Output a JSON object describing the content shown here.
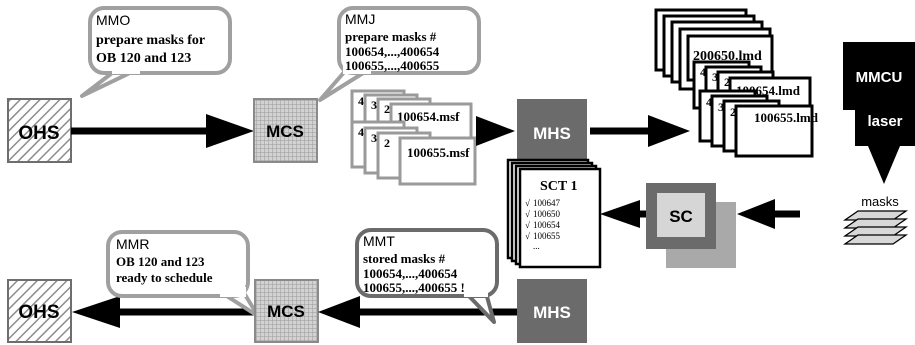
{
  "boxes": {
    "ohs_top": "OHS",
    "mcs_top": "MCS",
    "mhs_top": "MHS",
    "ohs_bottom": "OHS",
    "mcs_bottom": "MCS",
    "mhs_bottom": "MHS",
    "sc": "SC",
    "mmcu": "MMCU",
    "laser": "laser"
  },
  "bubbles": {
    "mmo": {
      "title": "MMO",
      "line1": "prepare masks for",
      "line2": "OB 120 and 123"
    },
    "mmj": {
      "title": "MMJ",
      "line1": "prepare masks #",
      "line2": "100654,...,400654",
      "line3": "100655,...,400655"
    },
    "mmr": {
      "title": "MMR",
      "line1": "OB 120 and 123",
      "line2": "ready to schedule"
    },
    "mmt": {
      "title": "MMT",
      "line1": "stored masks #",
      "line2": "100654,...,400654",
      "line3": "100655,...,400655 !"
    }
  },
  "msf_files": {
    "stack1": {
      "numbers": [
        "4",
        "3",
        "2"
      ],
      "name": "100654.msf"
    },
    "stack2": {
      "numbers": [
        "4",
        "3",
        "2"
      ],
      "name": "100655.msf"
    }
  },
  "lmd_files": {
    "back": "200650.lmd",
    "stack1": {
      "numbers": [
        "4",
        "3",
        "2"
      ],
      "name": "100654.lmd"
    },
    "stack2": {
      "numbers": [
        "4",
        "3",
        "2"
      ],
      "name": "100655.lmd"
    }
  },
  "sct": {
    "title": "SCT 1",
    "items": [
      "100647",
      "100650",
      "100654",
      "100655",
      "..."
    ],
    "check": "√"
  },
  "masks_label": "masks",
  "colors": {
    "box_dark": "#6b6b6b",
    "box_light": "#a9a9a9",
    "bubble_border": "#a0a0a0",
    "arrow": "#000000"
  }
}
